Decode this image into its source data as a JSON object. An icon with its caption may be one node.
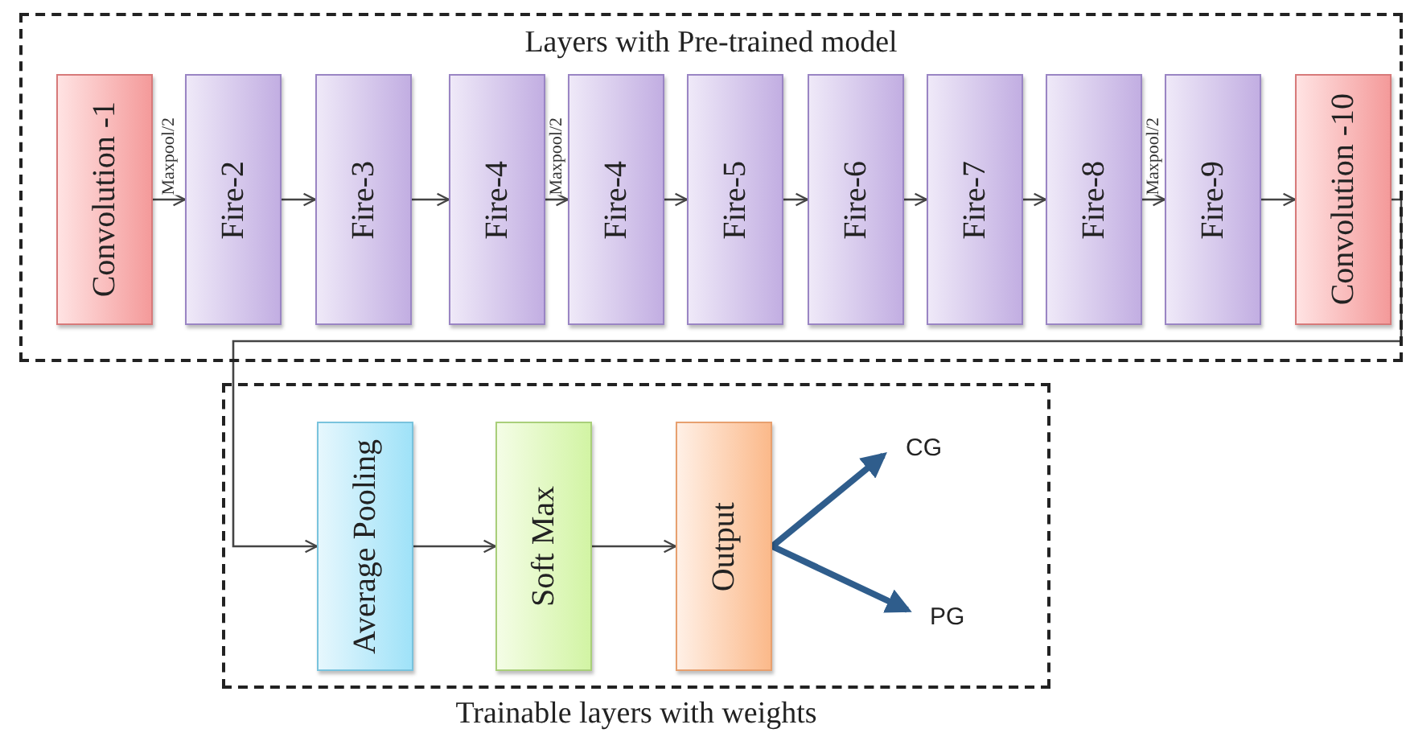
{
  "diagram": {
    "nodes": [
      {
        "text": [
          "Layers with Pre-trained model"
        ]
      },
      {
        "text": [
          "Convolution -1"
        ],
        "in": 0
      },
      {
        "text": [
          "Fire-2"
        ],
        "in": 0
      },
      {
        "text": [
          "Fire-3"
        ],
        "in": 0
      },
      {
        "text": [
          "Fire-4"
        ],
        "in": 0
      },
      {
        "text": [
          "Fire-4"
        ],
        "in": 0
      },
      {
        "text": [
          "Fire-5"
        ],
        "in": 0
      },
      {
        "text": [
          "Fire-6"
        ],
        "in": 0
      },
      {
        "text": [
          "Fire-7"
        ],
        "in": 0
      },
      {
        "text": [
          "Fire-8"
        ],
        "in": 0
      },
      {
        "text": [
          "Fire-9"
        ],
        "in": 0
      },
      {
        "text": [
          "Convolution -10"
        ],
        "in": 0
      },
      {
        "text": [
          "Trainable layers with weights"
        ]
      },
      {
        "text": [
          "Average Pooling"
        ],
        "in": 12
      },
      {
        "text": [
          "Soft Max"
        ],
        "in": 12
      },
      {
        "text": [
          "Output"
        ],
        "in": 12
      },
      {
        "text": [
          "CG"
        ],
        "in": 12
      },
      {
        "text": [
          "PG"
        ],
        "in": 12
      }
    ],
    "edges": [
      {
        "from": 1,
        "to": 2,
        "arrow": "to",
        "label": "Maxpool/2"
      },
      {
        "from": 2,
        "to": 3,
        "arrow": "to"
      },
      {
        "from": 3,
        "to": 4,
        "arrow": "to"
      },
      {
        "from": 4,
        "to": 5,
        "arrow": "to",
        "label": "Maxpool/2"
      },
      {
        "from": 5,
        "to": 6,
        "arrow": "to"
      },
      {
        "from": 6,
        "to": 7,
        "arrow": "to"
      },
      {
        "from": 7,
        "to": 8,
        "arrow": "to"
      },
      {
        "from": 8,
        "to": 9,
        "arrow": "to"
      },
      {
        "from": 9,
        "to": 10,
        "arrow": "to",
        "label": "Maxpool/2"
      },
      {
        "from": 10,
        "to": 11,
        "arrow": "to"
      },
      {
        "from": 11,
        "to": 13,
        "arrow": "to"
      },
      {
        "from": 13,
        "to": 14,
        "arrow": "to"
      },
      {
        "from": 14,
        "to": 15,
        "arrow": "to"
      },
      {
        "from": 15,
        "to": 16,
        "arrow": "to",
        "style": "thick",
        "color": "#2f5d8c"
      },
      {
        "from": 15,
        "to": 17,
        "arrow": "to",
        "style": "thick",
        "color": "#2f5d8c"
      }
    ]
  }
}
